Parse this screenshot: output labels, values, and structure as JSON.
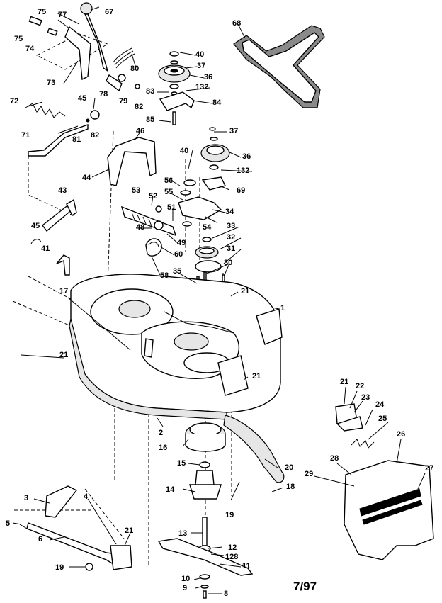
{
  "diagram": {
    "date_code": "7/97",
    "callouts": [
      "75",
      "77",
      "67",
      "75",
      "74",
      "73",
      "80",
      "40",
      "37",
      "36",
      "68",
      "78",
      "79",
      "82",
      "83",
      "132",
      "84",
      "72",
      "45",
      "82",
      "81",
      "85",
      "37",
      "71",
      "46",
      "40",
      "36",
      "44",
      "132",
      "56",
      "69",
      "55",
      "34",
      "53",
      "52",
      "51",
      "33",
      "54",
      "43",
      "48",
      "49",
      "32",
      "45",
      "60",
      "31",
      "41",
      "58",
      "35",
      "30",
      "21",
      "17",
      "21",
      "1",
      "21",
      "21",
      "22",
      "23",
      "24",
      "25",
      "2",
      "26",
      "16",
      "15",
      "28",
      "20",
      "29",
      "27",
      "3",
      "4",
      "14",
      "18",
      "19",
      "5",
      "21",
      "13",
      "12",
      "6",
      "128",
      "11",
      "19",
      "10",
      "9",
      "8"
    ]
  }
}
